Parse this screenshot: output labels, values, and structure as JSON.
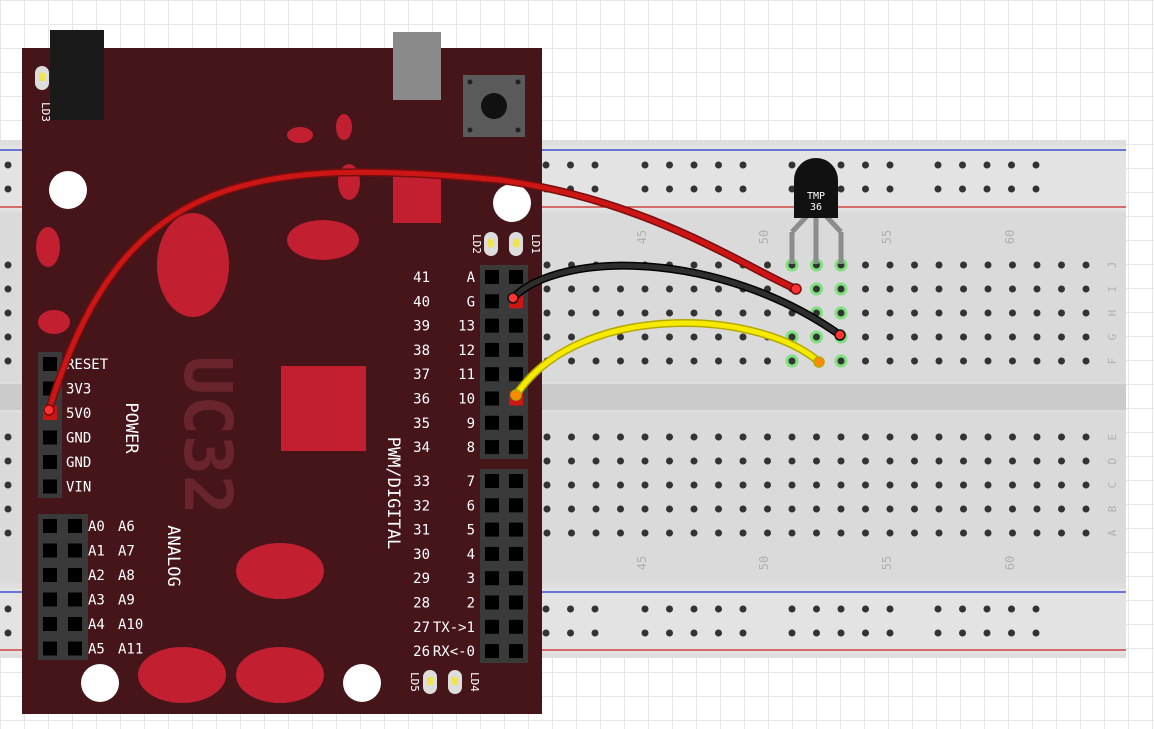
{
  "board": {
    "logo": "UC32",
    "power_title": "POWER",
    "analog_title": "ANALOG",
    "digital_title": "PWM/DIGITAL",
    "leds": {
      "ld1": "LD1",
      "ld2": "LD2",
      "ld3": "LD3",
      "ld4": "LD4",
      "ld5": "LD5"
    },
    "power_pins": [
      "RESET",
      "3V3",
      "5V0",
      "GND",
      "GND",
      "VIN"
    ],
    "analog_pins": [
      {
        "left": "A0",
        "right": "A6"
      },
      {
        "left": "A1",
        "right": "A7"
      },
      {
        "left": "A2",
        "right": "A8"
      },
      {
        "left": "A3",
        "right": "A9"
      },
      {
        "left": "A4",
        "right": "A10"
      },
      {
        "left": "A5",
        "right": "A11"
      }
    ],
    "digital_upper": [
      {
        "num": "41",
        "label": "A"
      },
      {
        "num": "40",
        "label": "G"
      },
      {
        "num": "39",
        "label": "13"
      },
      {
        "num": "38",
        "label": "12"
      },
      {
        "num": "37",
        "label": "11"
      },
      {
        "num": "36",
        "label": "10"
      },
      {
        "num": "35",
        "label": "9"
      },
      {
        "num": "34",
        "label": "8"
      }
    ],
    "digital_lower": [
      {
        "num": "33",
        "label": "7"
      },
      {
        "num": "32",
        "label": "6"
      },
      {
        "num": "31",
        "label": "5"
      },
      {
        "num": "30",
        "label": "4"
      },
      {
        "num": "29",
        "label": "3"
      },
      {
        "num": "28",
        "label": "2"
      },
      {
        "num": "27",
        "label": "TX->1"
      },
      {
        "num": "26",
        "label": "RX<-0"
      }
    ]
  },
  "breadboard": {
    "column_numbers": [
      "45",
      "50",
      "55",
      "60"
    ],
    "row_letters_top": [
      "J",
      "I",
      "H",
      "G",
      "F"
    ],
    "row_letters_bottom": [
      "E",
      "D",
      "C",
      "B",
      "A"
    ]
  },
  "sensor": {
    "line1": "TMP",
    "line2": "36"
  },
  "wires": [
    {
      "name": "power-wire",
      "color": "#cc1616"
    },
    {
      "name": "ground-wire",
      "color": "#1e1e1e"
    },
    {
      "name": "signal-wire",
      "color": "#f2e600"
    }
  ],
  "colors": {
    "board": "#45151a",
    "board_accent": "#c21f30",
    "breadboard": "#dcdcdc"
  }
}
